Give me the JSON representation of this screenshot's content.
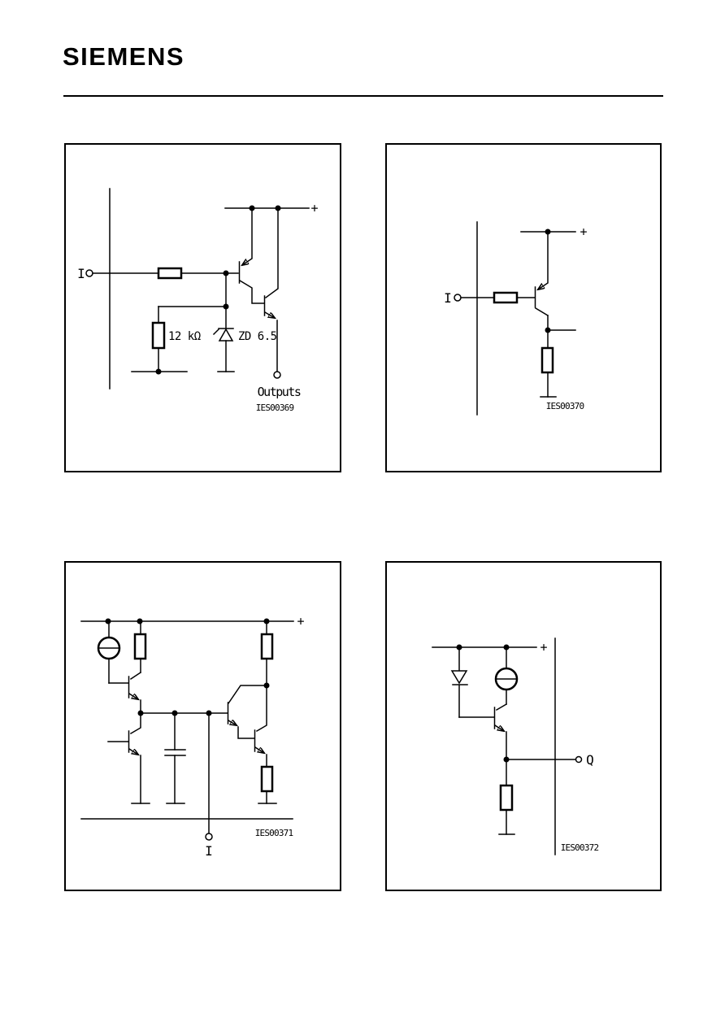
{
  "page": {
    "background": "#ffffff",
    "ink": "#000000"
  },
  "header": {
    "logo": "SIEMENS"
  },
  "figures": [
    {
      "code": "IES00369",
      "labels": {
        "input": "I",
        "supply_plus": "+",
        "resistor_value": "12 kΩ",
        "zener_value": "ZD 6.5",
        "output": "Outputs"
      }
    },
    {
      "code": "IES00370",
      "labels": {
        "input": "I",
        "supply_plus": "+"
      }
    },
    {
      "code": "IES00371",
      "labels": {
        "input": "I",
        "supply_plus": "+"
      }
    },
    {
      "code": "IES00372",
      "labels": {
        "output": "Q",
        "supply_plus": "+"
      }
    }
  ]
}
